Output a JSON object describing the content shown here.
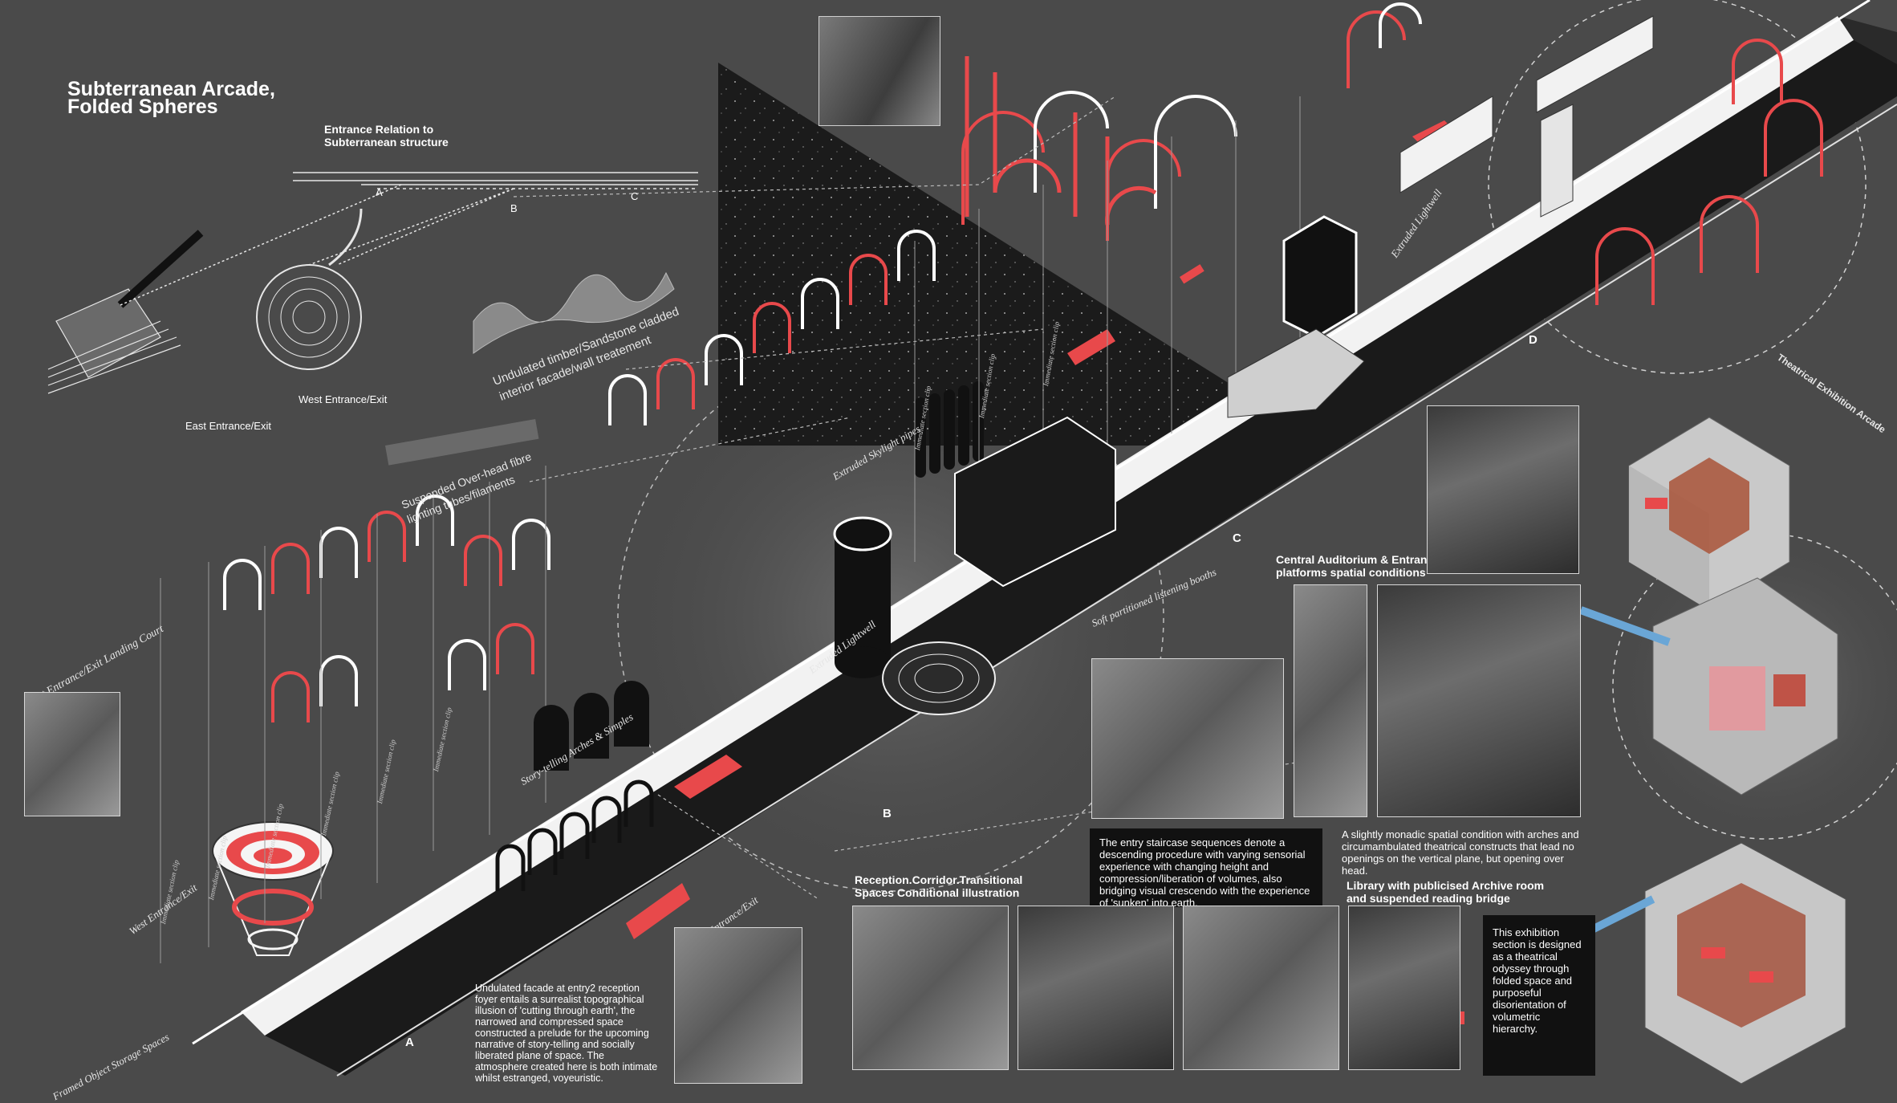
{
  "title_line1": "Subterranean Arcade,",
  "title_line2": "Folded Spheres",
  "entrance_heading_line1": "Entrance Relation to",
  "entrance_heading_line2": "Subterranean structure",
  "labels": {
    "a": "A",
    "b": "B",
    "c": "C",
    "d": "D",
    "east_exit": "East Entrance/Exit",
    "west_exit": "West Entrance/Exit",
    "west_landing": "West Entrance/Exit Landing Court",
    "west_exit_2": "West Entrance/Exit",
    "east_exit_2": "East Entrance/Exit",
    "undulated_line1": "Undulated timber/Sandstone cladded",
    "undulated_line2": "interior facade/wall treatement",
    "fibre_line1": "Suspended Over-head fibre",
    "fibre_line2": "lighting tubes/filaments",
    "storytelling": "Story-telling Arches & Simples",
    "extruded_lightwell": "Extruded Lightwell",
    "extruded_skylight": "Extruded Skylight pipes",
    "extruded_lightwell_2": "Extruded Lightwell",
    "soft_booths": "Soft partitioned listening booths",
    "theatrical_arcade": "Theatrical Exhibition Arcade",
    "object_storage": "Framed Object Storage Spaces",
    "section_clip": "Immediate section clip"
  },
  "central_heading_line1": "Central Auditorium & Entrance",
  "central_heading_line2": "platforms spatial conditions",
  "reception_heading_line1": "Reception.Corridor.Transitional",
  "reception_heading_line2": "Spaces Conditional illustration",
  "library_heading_line1": "Library with publicised Archive room",
  "library_heading_line2": "and suspended reading bridge",
  "staircase_text": "The entry staircase sequences denote a descending procedure with varying sensorial experience with changing height and compression/liberation of volumes, also bridging visual crescendo with the experience of 'sunken' into earth.",
  "monadic_text": "A slightly monadic spatial condition with arches and circumambulated theatrical constructs that lead no openings on the vertical plane, but opening over head.",
  "facade_text": "Undulated facade at entry2 reception foyer entails a surrealist topographical illusion of 'cutting through earth', the narrowed and compressed space constructed a prelude for the upcoming narrative of story-telling and socially liberated plane of space. The atmosphere created here is both intimate whilst estranged, voyeuristic.",
  "exhibition_text": "This exhibition section is designed as a theatrical odyssey through folded space and purposeful disorientation of volumetric hierarchy.",
  "colors": {
    "background": "#4a4a4a",
    "accent": "#e8494b",
    "black": "#111111",
    "white": "#ffffff"
  }
}
